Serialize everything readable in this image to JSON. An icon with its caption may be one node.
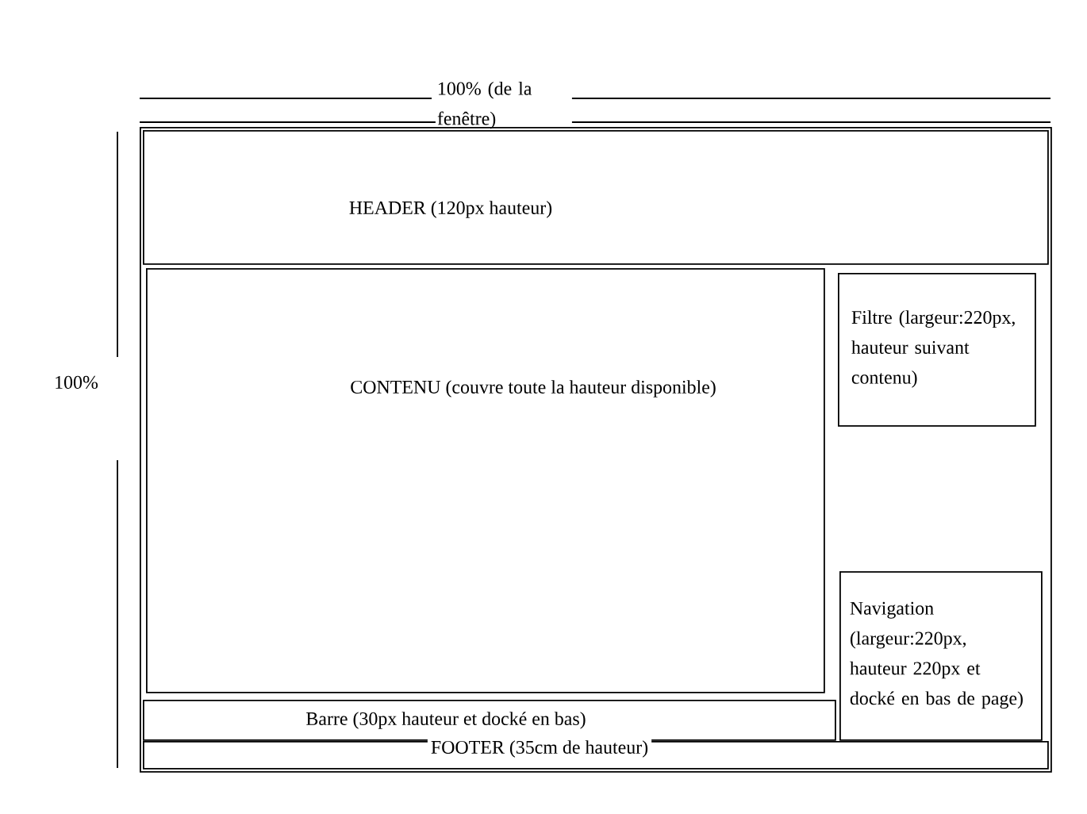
{
  "diagram": {
    "nodes": [
      {
        "text": [],
        "shape": "box"
      },
      {
        "text": [
          "HEADER (120px hauteur)"
        ],
        "in": 0
      },
      {
        "text": [
          "CONTENU (couvre toute la hauteur disponible)"
        ],
        "in": 0
      },
      {
        "text": [
          "Filtre (largeur:220px, hauteur suivant contenu)"
        ],
        "in": 0
      },
      {
        "text": [
          "Navigation (largeur:220px, hauteur 220px et docké en bas de page)"
        ],
        "in": 0
      },
      {
        "text": [
          "Barre (30px hauteur et docké en bas)"
        ],
        "in": 0
      },
      {
        "text": [
          "FOOTER (35cm de hauteur)"
        ],
        "in": 0
      }
    ],
    "edges": [],
    "labels": [
      "100% (de la fenêtre)",
      "100%"
    ]
  }
}
